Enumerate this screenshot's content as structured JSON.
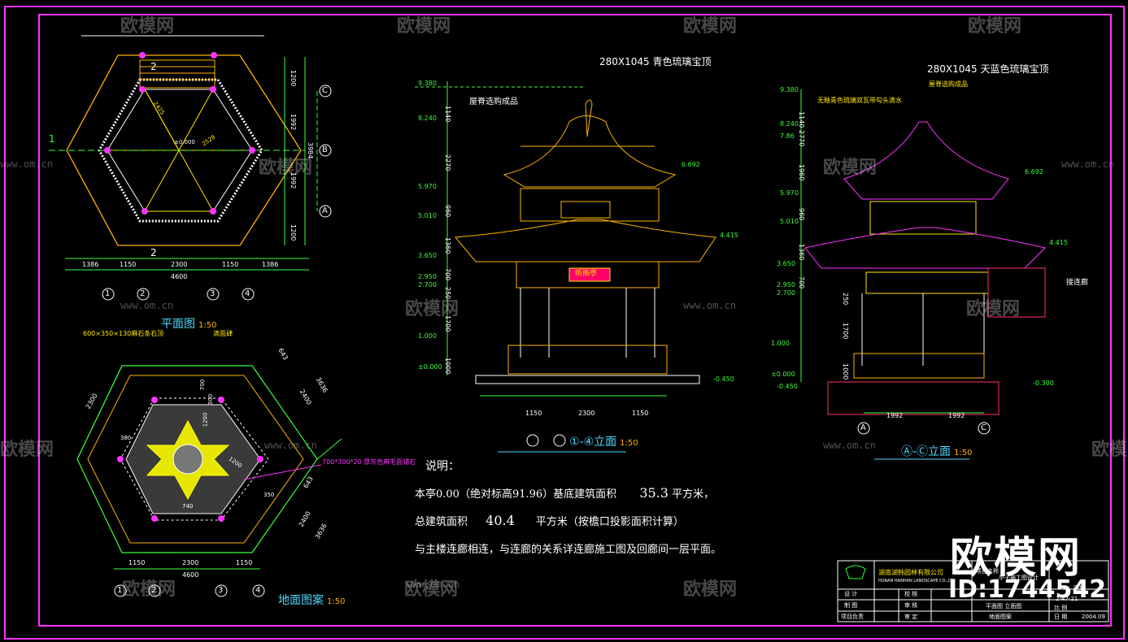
{
  "drawing": {
    "views": {
      "plan": {
        "title": "平面图",
        "scale": "1:50"
      },
      "floor": {
        "title": "地面图案",
        "scale": "1:50"
      },
      "elev14": {
        "title": "①-④立面",
        "scale": "1:50"
      },
      "elevAC": {
        "title": "Ⓐ-Ⓒ立面",
        "scale": "1:50"
      }
    },
    "plan_dims": {
      "bottom": [
        "1386",
        "1150",
        "2300",
        "1150",
        "1386"
      ],
      "total": "4600",
      "right": [
        "1200",
        "1992",
        "1992",
        "1200"
      ],
      "right_total": "3984",
      "axes_bottom": [
        "1",
        "2",
        "3",
        "4"
      ],
      "axes_right": [
        "C",
        "B",
        "A"
      ],
      "center_level": "±0.000",
      "inner_dims": [
        "2425",
        "2528"
      ]
    },
    "floor_labels": {
      "stone_note": "600×350×130麻石条石顶",
      "edge_note": "滴面肆",
      "paving_note": "700*300*20 厚灰色麻毛面铺石",
      "dims_bottom": [
        "1150",
        "2300",
        "1150"
      ],
      "total": "4600",
      "side": [
        "2300",
        "2400",
        "3636",
        "643",
        "2400",
        "3636",
        "643"
      ],
      "inner": [
        "700",
        "300",
        "1200",
        "740",
        "380",
        "350",
        "1200"
      ]
    },
    "elev14": {
      "roof_note": "280X1045 青色琉璃宝顶",
      "ridge_note": "屋脊选购成品",
      "plaque": "听雨亭",
      "levels": [
        "9.380",
        "8.240",
        "5.970",
        "5.010",
        "3.650",
        "2.950",
        "2.700",
        "1.000",
        "±0.000",
        "-0.450"
      ],
      "right_levels": [
        "6.692",
        "4.415"
      ],
      "vdims": [
        "1140",
        "2270",
        "960",
        "1360",
        "700",
        "250",
        "1700",
        "1000"
      ],
      "hdims": [
        "1150",
        "2300",
        "1150"
      ]
    },
    "elevAC": {
      "roof_note": "280X1045 天蓝色琉璃宝顶",
      "ridge_note": "屋脊选购成品",
      "tile_note": "无釉青色琉璃双瓦带勾头滴水",
      "side_note": "接连廊",
      "levels": [
        "9.380",
        "8.240",
        "7.86",
        "5.970",
        "5.010",
        "3.650",
        "2.950",
        "2.700",
        "1.000",
        "±0.000",
        "-0.450"
      ],
      "right_levels": [
        "6.692",
        "4.415",
        "-0.300"
      ],
      "vdims": [
        "1140",
        "2770",
        "1960",
        "960",
        "1360",
        "700",
        "250",
        "1700",
        "1000"
      ],
      "hdims": [
        "1992",
        "1992"
      ],
      "axes": [
        "A",
        "C"
      ]
    },
    "notes": {
      "heading": "说明：",
      "line1a": "本亭0.00（绝对标高91.96）基底建筑面积",
      "line1b": "35.3",
      "line1c": "平方米，",
      "line2a": "总建筑面积",
      "line2b": "40.4",
      "line2c": "平方米（按檐口投影面积计算）",
      "line3": "与主楼连廊相连，与连廊的关系详连廊施工图及回廊间一层平面。"
    },
    "title_block": {
      "company": "湖南湖韩园林有限公司",
      "company_en": "HUNAN HANHAN LANDSCAPE CO.,LTD",
      "rows": [
        "设 计",
        "制 图",
        "项目负责"
      ],
      "mid": [
        "校 核",
        "审 核",
        "审 定"
      ],
      "project_label": "项目名称",
      "project_value": "亭子施工图设计",
      "sheet_name": "平面图 立面图",
      "sheet_name2": "地面图案",
      "code": "园施",
      "date": "2004.09",
      "ratio": "比 例",
      "date_label": "日 期",
      "sheet_no": "2-47-21"
    },
    "watermark": {
      "text": "欧模网",
      "url": "www.om.cn",
      "brand": "欧模网",
      "id": "ID:1744542"
    }
  }
}
